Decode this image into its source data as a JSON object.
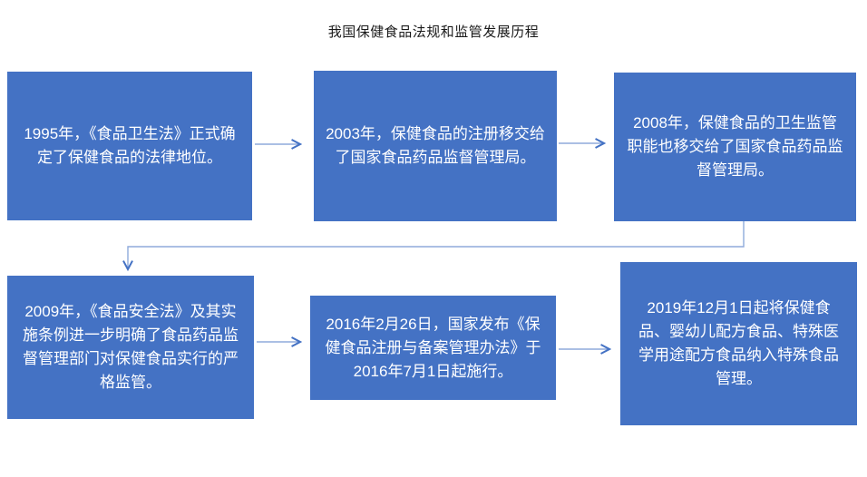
{
  "title": "我国保健食品法规和监管发展历程",
  "colors": {
    "background": "#FFFFFF",
    "title_text": "#1A1A1A",
    "box_fill": "#4472C4",
    "box_text": "#FFFFFF",
    "arrow_shaft": "#8FAADC",
    "arrow_head": "#4472C4"
  },
  "boxes": [
    {
      "id": "1995",
      "text": "1995年，《食品卫生法》正式确定了保健食品的法律地位。"
    },
    {
      "id": "2003",
      "text": "2003年，保健食品的注册移交给了国家食品药品监督管理局。"
    },
    {
      "id": "2008",
      "text": "2008年，保健食品的卫生监管职能也移交给了国家食品药品监督管理局。"
    },
    {
      "id": "2009",
      "text": "2009年，《食品安全法》及其实施条例进一步明确了食品药品监督管理部门对保健食品实行的严格监管。"
    },
    {
      "id": "2016",
      "text": "2016年2月26日，国家发布《保健食品注册与备案管理办法》于2016年7月1日起施行。"
    },
    {
      "id": "2019",
      "text": "2019年12月1日起将保健食品、婴幼儿配方食品、特殊医学用途配方食品纳入特殊食品管理。"
    }
  ],
  "flow": {
    "connections": [
      {
        "from": "1995",
        "to": "2003",
        "type": "arrow-right"
      },
      {
        "from": "2003",
        "to": "2008",
        "type": "arrow-right"
      },
      {
        "from": "2008",
        "to": "2009",
        "type": "elbow-down-left-down"
      },
      {
        "from": "2009",
        "to": "2016",
        "type": "arrow-right"
      },
      {
        "from": "2016",
        "to": "2019",
        "type": "arrow-right"
      }
    ]
  }
}
